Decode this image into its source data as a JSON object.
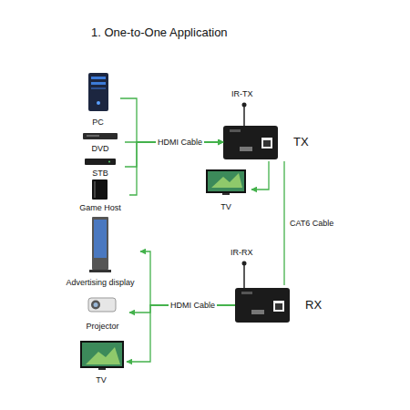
{
  "diagram": {
    "title": "1. One-to-One Application",
    "nodes": [
      {
        "text": [
          "PC"
        ]
      },
      {
        "text": [
          "DVD"
        ]
      },
      {
        "text": [
          "STB"
        ]
      },
      {
        "text": [
          "Game Host"
        ]
      },
      {
        "text": [
          "TX"
        ]
      },
      {
        "text": [
          "TV"
        ]
      },
      {
        "text": [
          "RX"
        ]
      },
      {
        "text": [
          "Advertising display"
        ]
      },
      {
        "text": [
          "Projector"
        ]
      },
      {
        "text": [
          "TV"
        ]
      }
    ],
    "edges": [
      {
        "from": 0,
        "to": 4,
        "arrow": "to"
      },
      {
        "from": 1,
        "to": 4,
        "label": "HDMI Cable",
        "arrow": "to"
      },
      {
        "from": 2,
        "to": 4,
        "arrow": "to"
      },
      {
        "from": 3,
        "to": 4,
        "arrow": "to"
      },
      {
        "from": 4,
        "to": 5,
        "arrow": "to"
      },
      {
        "from": 4,
        "to": 6,
        "label": "CAT6 Cable",
        "arrow": "none"
      },
      {
        "from": 6,
        "to": 7,
        "arrow": "to"
      },
      {
        "from": 6,
        "to": 8,
        "label": "HDMI Cable",
        "arrow": "to"
      },
      {
        "from": 6,
        "to": 9,
        "arrow": "to"
      }
    ],
    "labels": [
      "IR-TX",
      "IR-RX"
    ]
  }
}
